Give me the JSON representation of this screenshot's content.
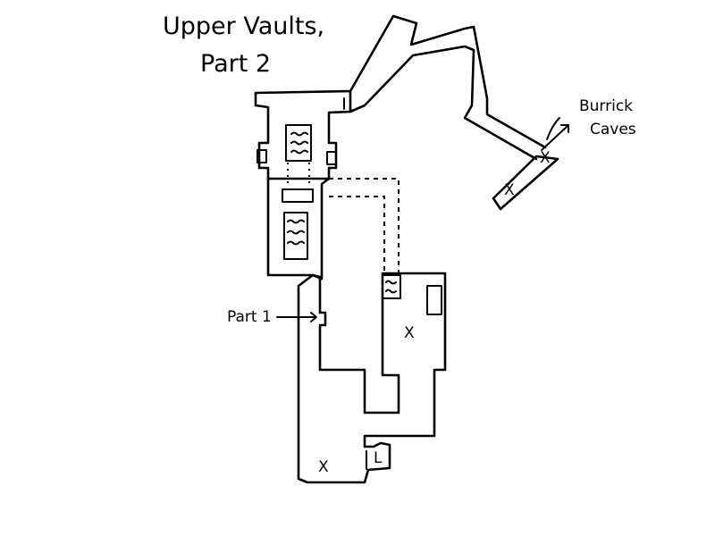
{
  "title_line1": "Upper Vaults,",
  "title_line2": "Part 2",
  "labels": {
    "part1": "Part 1",
    "burrick_line1": "Burrick",
    "burrick_line2": "Caves",
    "lift": "L"
  },
  "markers": {
    "x_symbol": "X"
  }
}
